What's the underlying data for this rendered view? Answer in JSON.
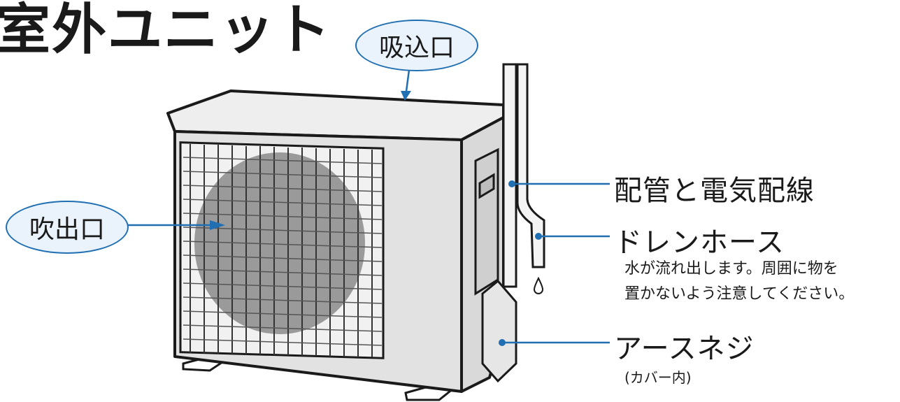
{
  "title": "室外ユニット",
  "labels": {
    "intake": "吸込口",
    "outlet": "吹出口",
    "piping": "配管と電気配線",
    "drain": "ドレンホース",
    "drain_note_line1": "水が流れ出します。周囲に物を",
    "drain_note_line2": "置かないよう注意してください。",
    "ground_screw": "アースネジ",
    "ground_screw_note": "(カバー内)"
  },
  "colors": {
    "accent": "#1f6fb2",
    "bubble_fill": "#eaf3fb",
    "fan_gray": "#9a9a9a",
    "unit_fill": "#e9e9e9"
  }
}
